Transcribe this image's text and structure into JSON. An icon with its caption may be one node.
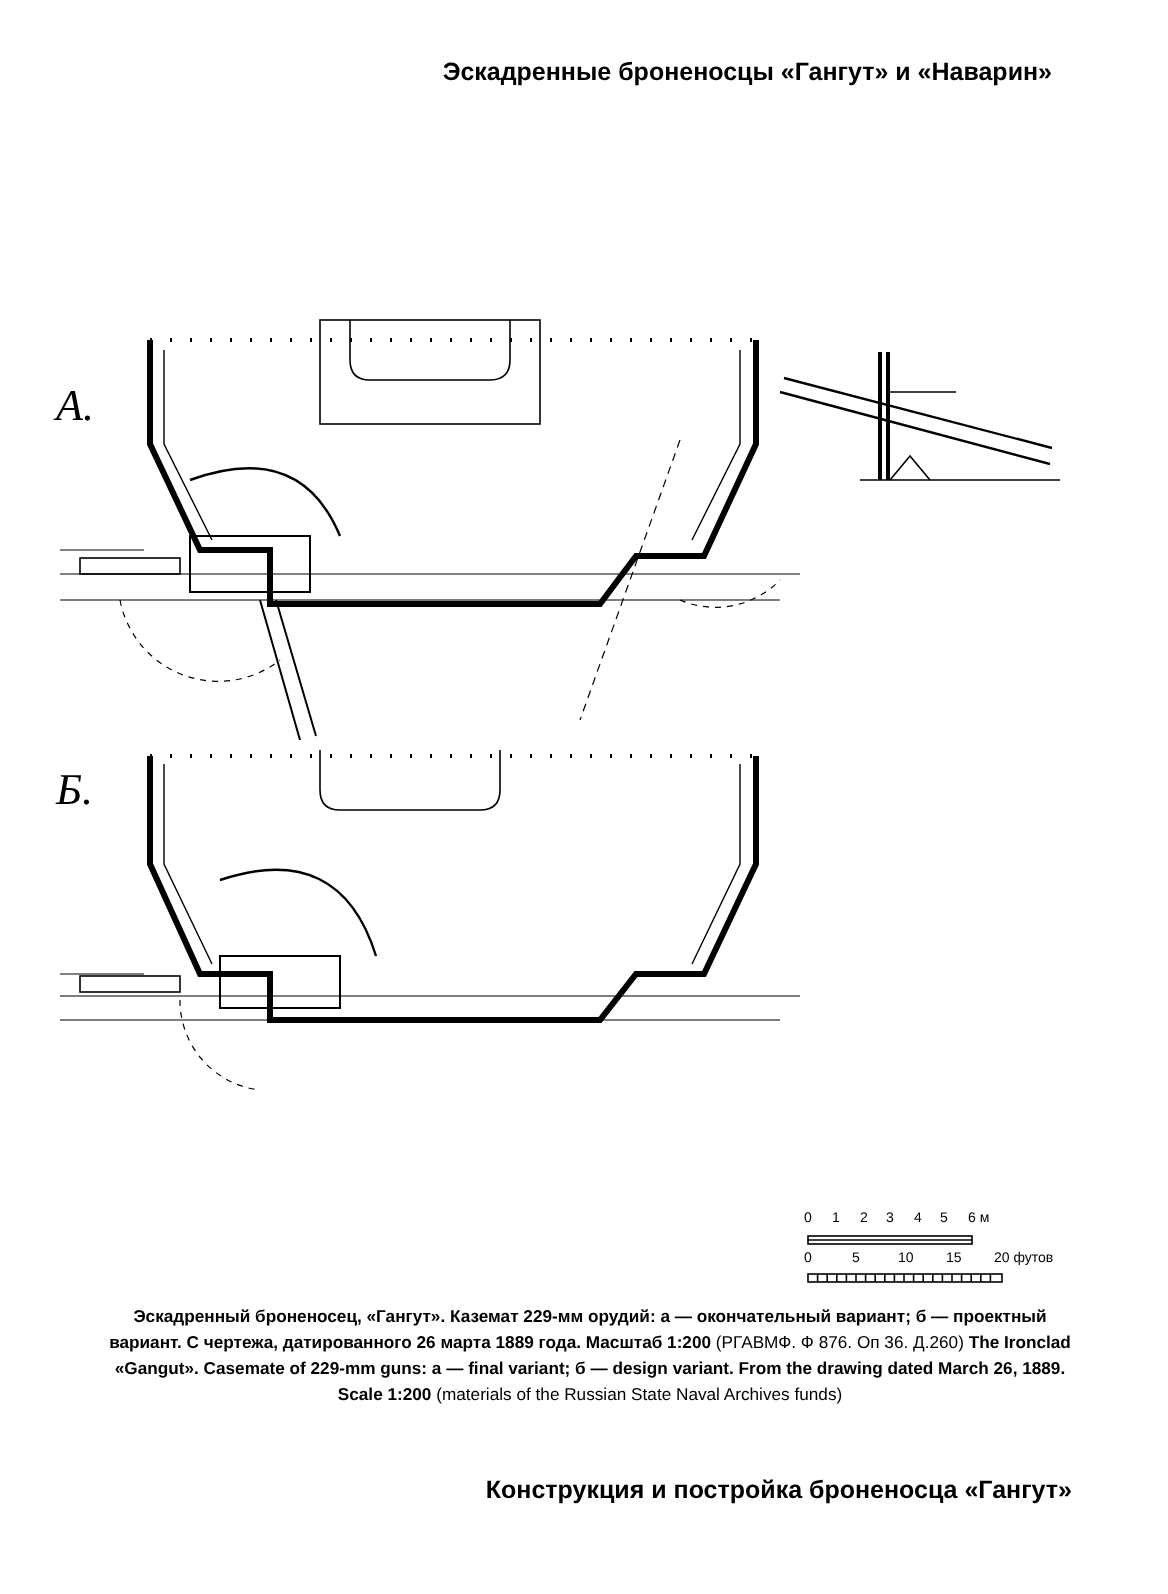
{
  "diagram": {
    "title": "Эскадренные броненосцы «Гангут» и «Наварин»",
    "caption": "**Эскадренный броненосец, «Гангут». Каземат 229-мм орудий: а — окончательный вариант; б — проектный вариант. С чертежа, датированного 26 марта 1889 года. Масштаб 1:200** (РГАВМФ. Ф 876. Оп 36. Д.260) **The Ironclad «Gangut». Casemate of 229-mm guns: a — final variant; б — design variant. From the drawing dated March 26, 1889. Scale 1:200** (materials of the Russian State Naval Archives funds)",
    "labels": [
      "А.",
      "Б.",
      "0",
      "1",
      "2",
      "3",
      "4",
      "5",
      "6 м",
      "0",
      "5",
      "10",
      "15",
      "20 футов",
      "Конструкция и постройка броненосца «Гангут»"
    ]
  }
}
